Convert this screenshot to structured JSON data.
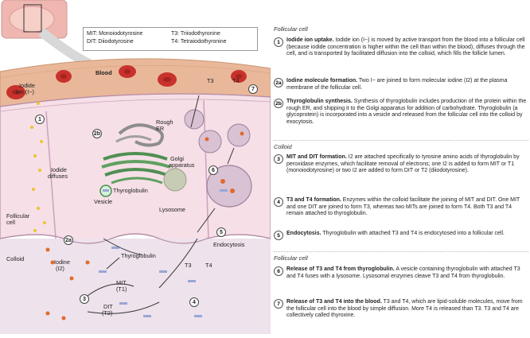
{
  "legend": {
    "mit": "MIT: Monoiodotyrosine",
    "dit": "DIT: Diiodotyrosine",
    "t3": "T3: Triiodothyronine",
    "t4": "T4: Tetraiodothyronine"
  },
  "figure_labels": {
    "blood": "Blood",
    "iodide_ion_1": "Iodide",
    "iodide_ion_2": "ion (I−)",
    "iodide_diffuses_1": "Iodide",
    "iodide_diffuses_2": "diffuses",
    "rough_er_1": "Rough",
    "rough_er_2": "ER",
    "golgi_1": "Golgi",
    "golgi_2": "apparatus",
    "thyroglobulin_vesicle": "Thyroglobulin",
    "vesicle": "Vesicle",
    "lysosome": "Lysosome",
    "follicular_cell_1": "Follicular",
    "follicular_cell_2": "cell",
    "colloid": "Colloid",
    "iodine_1": "Iodine",
    "iodine_2": "(I2)",
    "thyroglobulin_colloid": "Thyroglobulin",
    "mit_1": "MIT",
    "mit_2": "(T1)",
    "dit_1": "DIT",
    "dit_2": "(T2)",
    "endocytosis": "Endocytosis",
    "t3_blood": "T3",
    "t4_blood": "T4",
    "t3_colloid": "T3",
    "t4_colloid": "T4"
  },
  "markers": {
    "m1": "1",
    "m2a": "2a",
    "m2b": "2b",
    "m3": "3",
    "m4": "4",
    "m5": "5",
    "m6": "6",
    "m7": "7"
  },
  "sections": {
    "follicular_cell_a": "Follicular cell",
    "colloid": "Colloid",
    "follicular_cell_b": "Follicular cell"
  },
  "steps": [
    {
      "badge": "1",
      "title": "Iodide ion uptake.",
      "text": "Iodide ion (I−) is moved by active transport from the blood into a follicular cell (because iodide concentration is higher within the cell than within the blood), diffuses through the cell, and is transported by facilitated diffusion into the colloid, which fills the follicle lumen."
    },
    {
      "badge": "2a",
      "title": "Iodine molecule formation.",
      "text": "Two I− are joined to form molecular iodine (I2) at the plasma membrane of the follicular cell."
    },
    {
      "badge": "2b",
      "title": "Thyroglobulin synthesis.",
      "text": "Synthesis of thyroglobulin includes production of the protein within the rough ER, and shipping it to the Golgi apparatus for addition of carbohydrate. Thyroglobulin (a glycoprotein) is incorporated into a vesicle and released from the follicular cell into the colloid by exocytosis."
    },
    {
      "badge": "3",
      "title": "MIT and DIT formation.",
      "text": "I2 are attached specifically to tyrosine amino acids of thyroglobulin by peroxidase enzymes, which facilitate removal of electrons; one I2 is added to form MIT or T1 (monoiodotyrosine) or two I2 are added to form DIT or T2 (diiodotyrosine)."
    },
    {
      "badge": "4",
      "title": "T3 and T4 formation.",
      "text": "Enzymes within the colloid facilitate the joining of MIT and DIT. One MIT and one DIT are joined to form T3, whereas two MITs are joined to form T4. Both T3 and T4 remain attached to thyroglobulin."
    },
    {
      "badge": "5",
      "title": "Endocytosis.",
      "text": "Thyroglobulin with attached T3 and T4 is endocytosed into a follicular cell."
    },
    {
      "badge": "6",
      "title": "Release of T3 and T4 from thyroglobulin.",
      "text": "A vesicle containing thyroglobulin with attached T3 and T4 fuses with a lysosome. Lysosomal enzymes cleave T3 and T4 from thyroglobulin."
    },
    {
      "badge": "7",
      "title": "Release of T3 and T4 into the blood.",
      "text": "T3 and T4, which are lipid-soluble molecules, move from the follicular cell into the blood by simple diffusion. More T4 is released than T3. T3 and T4 are collectively called thyroxine."
    }
  ],
  "colors": {
    "blood_vessel": "#e9b89a",
    "rbc": "#c8322d",
    "cell_cytoplasm": "#f6dfe6",
    "colloid": "#eee2ec",
    "membrane": "#b48aa8",
    "iodide": "#f1c232",
    "iodine_molecule": "#e06a2c",
    "golgi": "#4f8f52",
    "rough_er": "#8d8d8d",
    "lysosome": "#c7ccb4",
    "thyroglobulin": "#9aa6d6"
  }
}
